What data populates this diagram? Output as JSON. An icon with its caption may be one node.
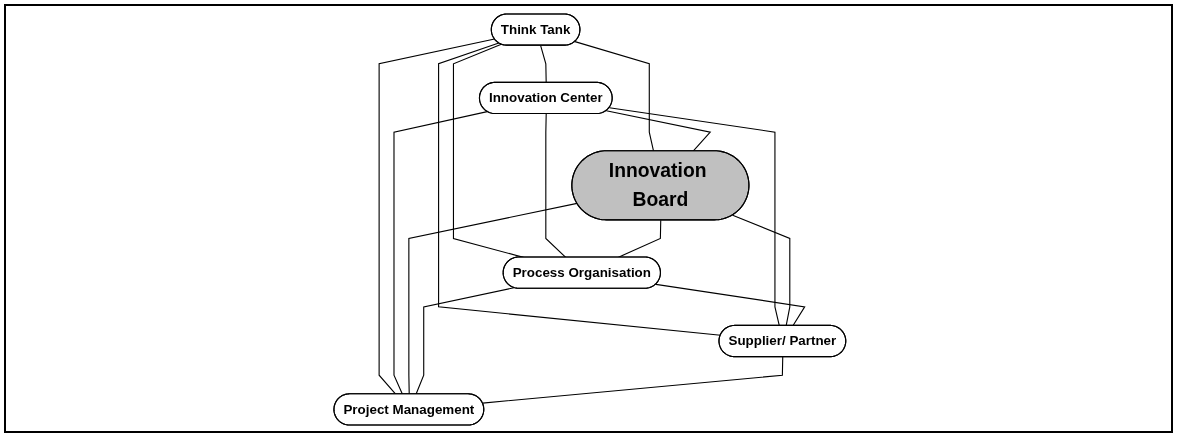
{
  "diagram": {
    "nodes": [
      {
        "text": [
          "Think Tank"
        ]
      },
      {
        "text": [
          "Innovation Center"
        ]
      },
      {
        "text": [
          "Innovation Board"
        ]
      },
      {
        "text": [
          "Process Organisation"
        ]
      },
      {
        "text": [
          "Supplier/ Partner"
        ]
      },
      {
        "text": [
          "Project Management"
        ]
      }
    ],
    "edges": [
      {
        "from": 0,
        "to": 1,
        "arrow": "none"
      },
      {
        "from": 0,
        "to": 3,
        "arrow": "none"
      },
      {
        "from": 0,
        "to": 2,
        "arrow": "none"
      },
      {
        "from": 0,
        "to": 4,
        "arrow": "none"
      },
      {
        "from": 0,
        "to": 5,
        "arrow": "none"
      },
      {
        "from": 1,
        "to": 2,
        "arrow": "none"
      },
      {
        "from": 1,
        "to": 3,
        "arrow": "none"
      },
      {
        "from": 1,
        "to": 4,
        "arrow": "none"
      },
      {
        "from": 1,
        "to": 5,
        "arrow": "none"
      },
      {
        "from": 2,
        "to": 3,
        "arrow": "none"
      },
      {
        "from": 2,
        "to": 4,
        "arrow": "none"
      },
      {
        "from": 2,
        "to": 5,
        "arrow": "none"
      },
      {
        "from": 3,
        "to": 4,
        "arrow": "none"
      },
      {
        "from": 3,
        "to": 5,
        "arrow": "none"
      },
      {
        "from": 4,
        "to": 5,
        "arrow": "none"
      }
    ]
  }
}
